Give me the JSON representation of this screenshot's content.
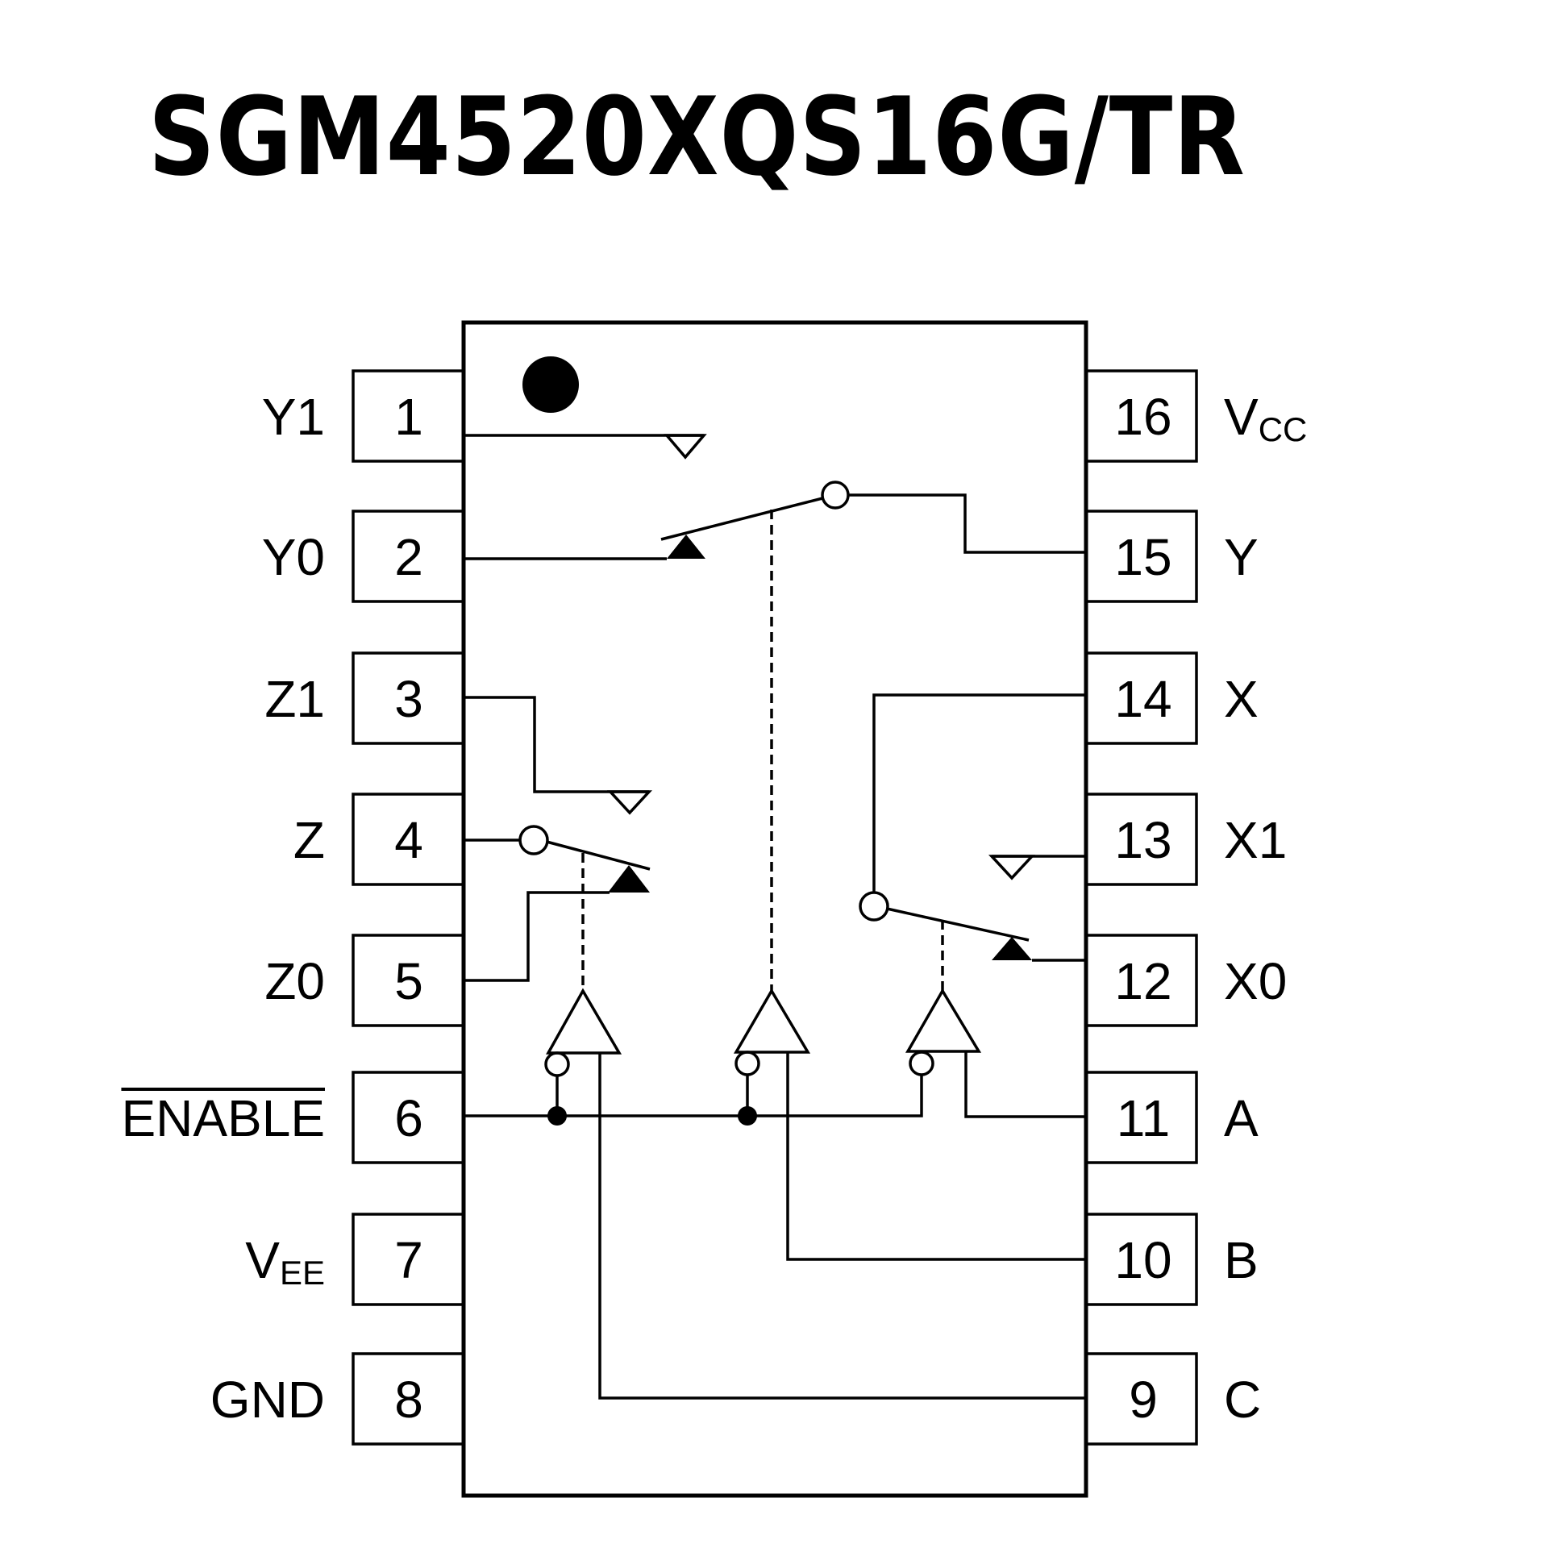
{
  "title": "SGM4520XQS16G/TR",
  "pins_left": [
    {
      "number": "1",
      "label": "Y1"
    },
    {
      "number": "2",
      "label": "Y0"
    },
    {
      "number": "3",
      "label": "Z1"
    },
    {
      "number": "4",
      "label": "Z"
    },
    {
      "number": "5",
      "label": "Z0"
    },
    {
      "number": "6",
      "label": "ENABLE",
      "overline": true
    },
    {
      "number": "7",
      "label": "V",
      "subscript": "EE"
    },
    {
      "number": "8",
      "label": "GND"
    }
  ],
  "pins_right": [
    {
      "number": "16",
      "label": "V",
      "subscript": "CC"
    },
    {
      "number": "15",
      "label": "Y"
    },
    {
      "number": "14",
      "label": "X"
    },
    {
      "number": "13",
      "label": "X1"
    },
    {
      "number": "12",
      "label": "X0"
    },
    {
      "number": "11",
      "label": "A"
    },
    {
      "number": "10",
      "label": "B"
    },
    {
      "number": "9",
      "label": "C"
    }
  ],
  "switches": [
    {
      "name": "Y",
      "common_pin": "15",
      "throws": [
        "Y1",
        "Y0"
      ],
      "control": "B"
    },
    {
      "name": "Z",
      "common_pin": "4",
      "throws": [
        "Z1",
        "Z0"
      ],
      "control": "C"
    },
    {
      "name": "X",
      "common_pin": "14",
      "throws": [
        "X1",
        "X0"
      ],
      "control": "A"
    }
  ]
}
